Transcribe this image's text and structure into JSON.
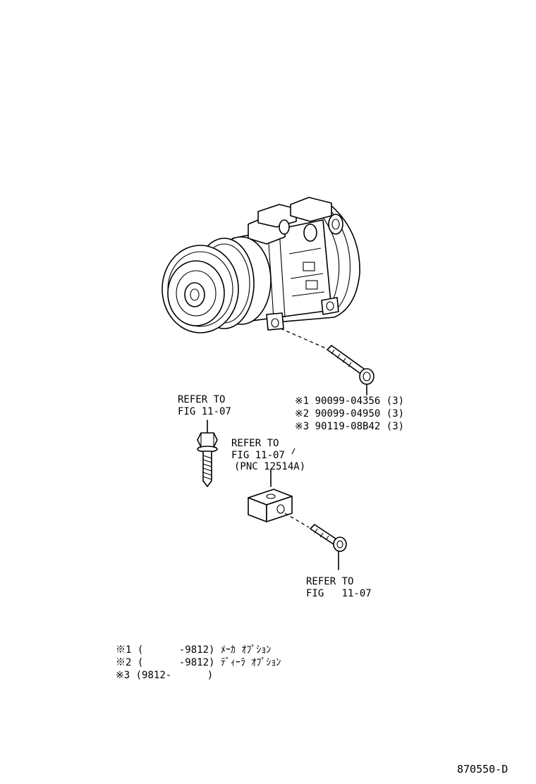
{
  "callouts": {
    "refer_bolt_top_1": "REFER TO",
    "refer_bolt_top_2": "FIG 11-07",
    "refer_bracket_1": "REFER TO",
    "refer_bracket_2": "FIG 11-07",
    "refer_bracket_3": "(PNC 12514A)",
    "refer_bottom_1": "REFER TO",
    "refer_bottom_2": "FIG   11-07"
  },
  "bolt_parts": [
    {
      "mark": "※1",
      "part_no": "90099-04356",
      "qty": "(3)"
    },
    {
      "mark": "※2",
      "part_no": "90099-04950",
      "qty": "(3)"
    },
    {
      "mark": "※3",
      "part_no": "90119-08B42",
      "qty": "(3)"
    }
  ],
  "notes": [
    {
      "mark": "※1",
      "range": "(      -9812)",
      "text": "ﾒｰｶ ｵﾌﾟｼｮﾝ"
    },
    {
      "mark": "※2",
      "range": "(      -9812)",
      "text": "ﾃﾞｨｰﾗ ｵﾌﾟｼｮﾝ"
    },
    {
      "mark": "※3",
      "range": "(9812-      )",
      "text": ""
    }
  ],
  "figure_code": "870550-D"
}
